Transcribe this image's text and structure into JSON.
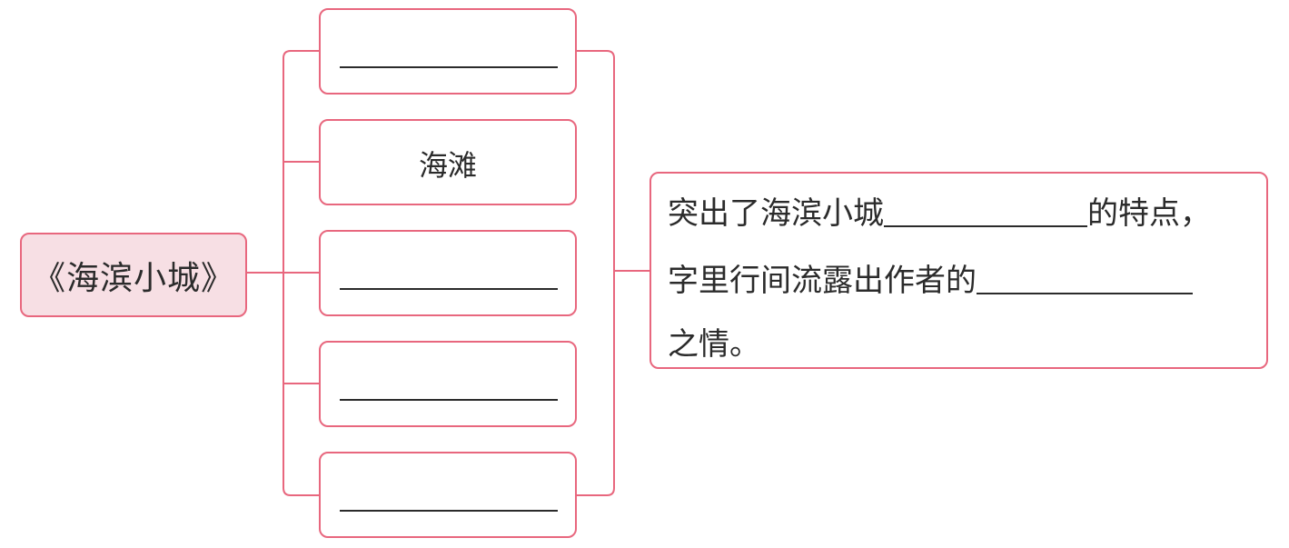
{
  "root": {
    "title": "《海滨小城》"
  },
  "items": [
    {
      "text": ""
    },
    {
      "text": "海滩"
    },
    {
      "text": ""
    },
    {
      "text": ""
    },
    {
      "text": ""
    }
  ],
  "summary": {
    "line1_prefix": "突出了海滨小城",
    "line1_suffix": "的特点，",
    "line2_prefix": "字里行间流露出作者的",
    "line3": "之情。"
  },
  "colors": {
    "border": "#e8677e",
    "root_fill": "#f7dfe4",
    "text": "#2b2b2b"
  }
}
